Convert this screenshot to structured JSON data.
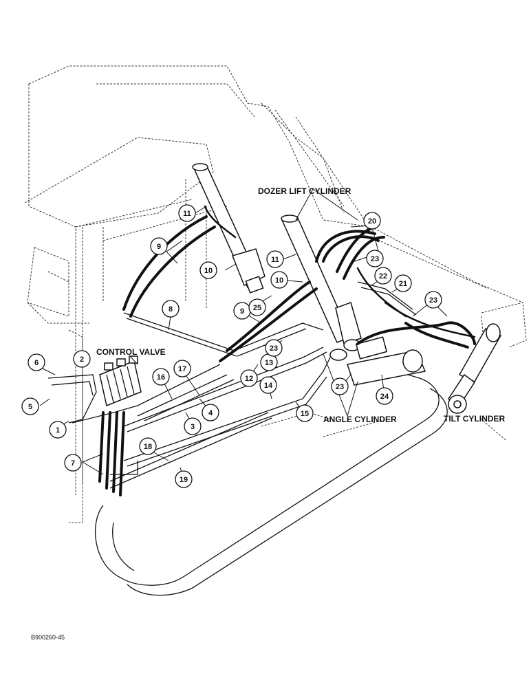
{
  "labels": {
    "dozer_lift_cylinder": "DOZER LIFT CYLINDER",
    "control_valve": "CONTROL VALVE",
    "angle_cylinder": "ANGLE CYLINDER",
    "tilt_cylinder": "TILT CYLINDER"
  },
  "reference_code": "B900260-45",
  "callouts": {
    "c1": "1",
    "c2": "2",
    "c3": "3",
    "c4": "4",
    "c5": "5",
    "c6": "6",
    "c7": "7",
    "c8": "8",
    "c9a": "9",
    "c9b": "9",
    "c10a": "10",
    "c10b": "10",
    "c11a": "11",
    "c11b": "11",
    "c12": "12",
    "c13": "13",
    "c14": "14",
    "c15": "15",
    "c16": "16",
    "c17": "17",
    "c18": "18",
    "c19": "19",
    "c20": "20",
    "c21": "21",
    "c22": "22",
    "c23a": "23",
    "c23b": "23",
    "c23c": "23",
    "c23d": "23",
    "c24": "24",
    "c25": "25"
  }
}
